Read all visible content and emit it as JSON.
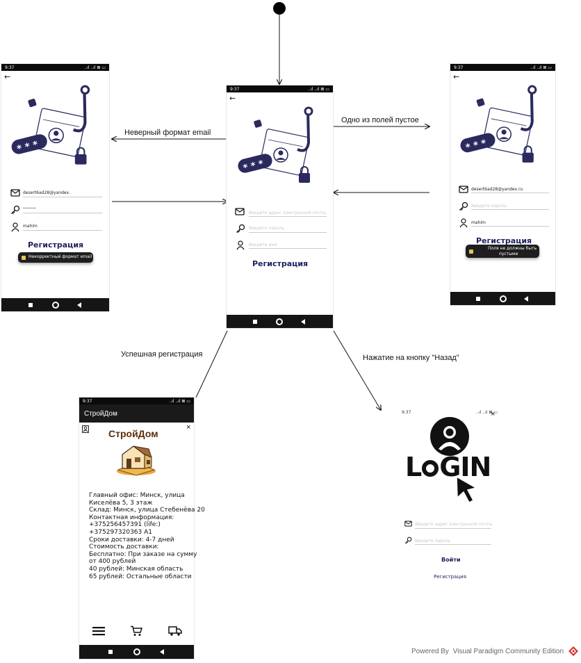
{
  "flow": {
    "labels": {
      "invalid_email": "Неверный формат email",
      "empty_field": "Одно из полей пустое",
      "success": "Успешная регистрация",
      "back_pressed": "Нажатие на кнопку \"Назад\""
    }
  },
  "status_bar": {
    "time": "9:37",
    "icons_right": "..ıl ..ıl ⊠ ▭"
  },
  "registration": {
    "email_placeholder": "Введите адрес электронной почты",
    "password_placeholder": "Введите пароль",
    "name_placeholder": "Введите имя",
    "register_label": "Регистрация"
  },
  "error_email_screen": {
    "email_value": "desert6ad28@yandex.",
    "password_value": "••••••••",
    "name_value": "mahim",
    "toast": "Некорректный формат email"
  },
  "error_empty_screen": {
    "email_value": "desert6ad28@yandex.ru",
    "password_placeholder": "Введите пароль",
    "name_value": "mahim",
    "toast_line1": "Поля не должны быть",
    "toast_line2": "пустыми"
  },
  "home_screen": {
    "appbar_title": "СтройДом",
    "brand": "СтройДом",
    "info_text": "Главный офис: Минск, улица\nКиселёва 5, 3 этаж\nСклад: Минск, улица Стебенёва 20\nКонтактная информация:\n+375256457391 (life:)\n+375297320363 A1\nСроки доставки: 4-7 дней\nСтоимость доставки:\nБесплатно: При заказе на сумму\nот 400 рублей\n40 рублей: Минская область\n65 рублей: Остальные области"
  },
  "login_screen": {
    "logo_text_left": "L",
    "logo_text_right": "GIN",
    "email_placeholder": "Введите адрес электронной почты",
    "password_placeholder": "Введите пароль",
    "login_button": "Войти",
    "register_link": "Регистрация"
  },
  "footer": {
    "powered_by": "Powered By",
    "edition": "Visual Paradigm Community Edition"
  },
  "colors": {
    "accent": "#1f2060",
    "illustration": "#2b2a5e",
    "statusbar": "#0b0b0b",
    "navbar": "#151515"
  }
}
